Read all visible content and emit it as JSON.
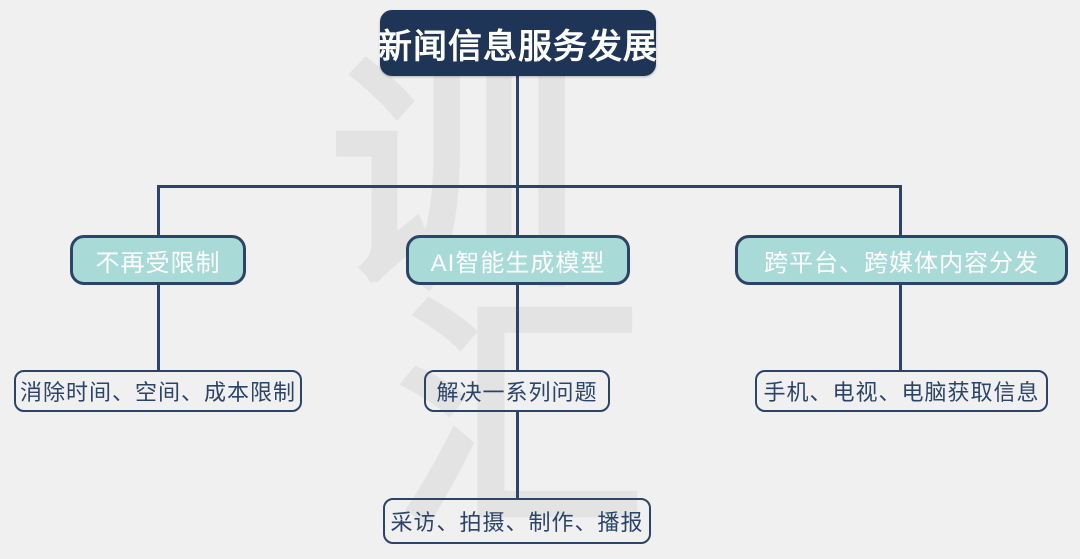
{
  "diagram": {
    "background_color": "#f0f0f0",
    "line_color": "#2b4468",
    "root_fill": "#1f3557",
    "branch_fill": "#a8dbd8",
    "watermark": {
      "top_char": "训",
      "bottom_char": "汇"
    },
    "root": {
      "label": "新闻信息服务发展"
    },
    "branches": [
      {
        "label": "不再受限制",
        "children": [
          {
            "label": "消除时间、空间、成本限制"
          }
        ]
      },
      {
        "label": "AI智能生成模型",
        "children": [
          {
            "label": "解决一系列问题"
          },
          {
            "label": "采访、拍摄、制作、播报"
          }
        ]
      },
      {
        "label": "跨平台、跨媒体内容分发",
        "children": [
          {
            "label": "手机、电视、电脑获取信息"
          }
        ]
      }
    ]
  }
}
